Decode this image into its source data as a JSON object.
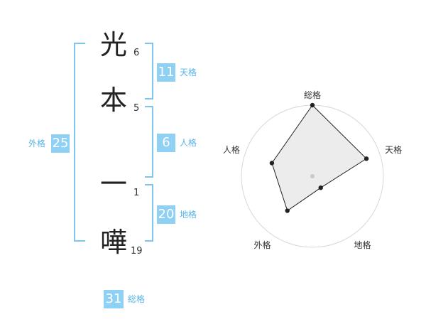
{
  "name": {
    "characters": [
      {
        "char": "光",
        "strokes": "6"
      },
      {
        "char": "本",
        "strokes": "5"
      },
      {
        "char": "一",
        "strokes": "1"
      },
      {
        "char": "嘩",
        "strokes": "19"
      }
    ]
  },
  "kakusu": {
    "tenkaku": {
      "value": "11",
      "label": "天格"
    },
    "jinkaku": {
      "value": "6",
      "label": "人格"
    },
    "chikaku": {
      "value": "20",
      "label": "地格"
    },
    "gaikaku": {
      "value": "25",
      "label": "外格"
    },
    "soukaku": {
      "value": "31",
      "label": "総格"
    }
  },
  "colors": {
    "accent": "#8fd0f5",
    "label": "#5ab3e6",
    "bracket": "#7cc5ef"
  },
  "chart_data": {
    "type": "radar",
    "axes": [
      "総格",
      "天格",
      "地格",
      "外格",
      "人格"
    ],
    "values": [
      5,
      4,
      1,
      3,
      3
    ],
    "range": [
      0,
      5
    ],
    "rings": 5
  }
}
